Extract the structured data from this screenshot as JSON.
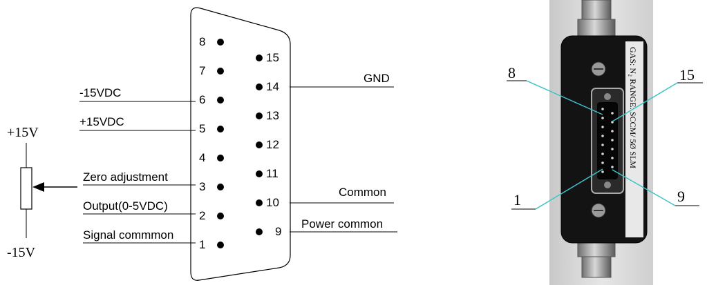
{
  "connector": {
    "pins_left": [
      "8",
      "7",
      "6",
      "5",
      "4",
      "3",
      "2",
      "1"
    ],
    "pins_right": [
      "15",
      "14",
      "13",
      "12",
      "11",
      "10",
      "9"
    ],
    "labels": {
      "minus15vdc": "-15VDC",
      "plus15vdc": "+15VDC",
      "zero_adjustment": "Zero adjustment",
      "output": "Output(0-5VDC)",
      "signal_common": "Signal commmon",
      "gnd": "GND",
      "common": "Common",
      "power_common": "Power common"
    }
  },
  "potentiometer": {
    "top_label": "+15V",
    "bottom_label": "-15V"
  },
  "photo": {
    "callout_top_left": "8",
    "callout_top_right": "15",
    "callout_bottom_left": "1",
    "callout_bottom_right": "9",
    "label_text": "GAS: N₂   RANGE:   SCCM/ 5Ø SLM"
  },
  "colors": {
    "line": "#000000",
    "callout": "#3ec3c8",
    "photo_bg": "#dadada",
    "body_dark": "#131313"
  }
}
